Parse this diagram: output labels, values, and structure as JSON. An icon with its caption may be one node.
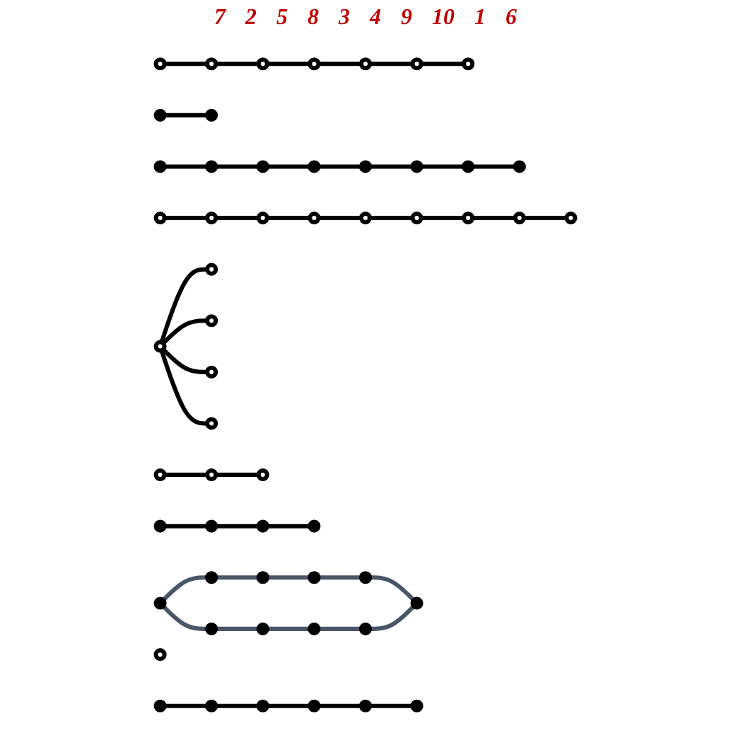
{
  "diagram": {
    "nodes": [
      {
        "text": [],
        "shape": "circle"
      },
      {
        "text": [],
        "shape": "circle"
      },
      {
        "text": [],
        "shape": "circle"
      },
      {
        "text": [],
        "shape": "circle"
      },
      {
        "text": [],
        "shape": "circle"
      },
      {
        "text": [],
        "shape": "circle"
      },
      {
        "text": [],
        "shape": "circle"
      },
      {
        "text": [],
        "shape": "circle"
      },
      {
        "text": [],
        "shape": "circle"
      },
      {
        "text": [],
        "shape": "circle"
      },
      {
        "text": [],
        "shape": "circle"
      },
      {
        "text": [],
        "shape": "circle"
      },
      {
        "text": [],
        "shape": "circle"
      },
      {
        "text": [],
        "shape": "circle"
      },
      {
        "text": [],
        "shape": "circle"
      },
      {
        "text": [],
        "shape": "circle"
      },
      {
        "text": [],
        "shape": "circle"
      },
      {
        "text": [],
        "shape": "circle"
      },
      {
        "text": [],
        "shape": "circle"
      },
      {
        "text": [],
        "shape": "circle"
      },
      {
        "text": [],
        "shape": "circle"
      },
      {
        "text": [],
        "shape": "circle"
      },
      {
        "text": [],
        "shape": "circle"
      },
      {
        "text": [],
        "shape": "circle"
      },
      {
        "text": [],
        "shape": "circle"
      },
      {
        "text": [],
        "shape": "circle"
      },
      {
        "text": [],
        "shape": "circle"
      },
      {
        "text": [],
        "shape": "circle"
      },
      {
        "text": [],
        "shape": "circle"
      },
      {
        "text": [],
        "shape": "circle"
      },
      {
        "text": [],
        "shape": "circle"
      },
      {
        "text": [],
        "shape": "circle"
      },
      {
        "text": [],
        "shape": "circle"
      },
      {
        "text": [],
        "shape": "circle"
      },
      {
        "text": [],
        "shape": "circle"
      },
      {
        "text": [],
        "shape": "circle"
      },
      {
        "text": [],
        "shape": "circle"
      },
      {
        "text": [],
        "shape": "circle"
      },
      {
        "text": [],
        "shape": "circle"
      },
      {
        "text": [],
        "shape": "circle"
      },
      {
        "text": [],
        "shape": "circle"
      },
      {
        "text": [],
        "shape": "circle"
      },
      {
        "text": [],
        "shape": "circle"
      },
      {
        "text": [],
        "shape": "circle"
      },
      {
        "text": [],
        "shape": "circle"
      },
      {
        "text": [],
        "shape": "circle"
      },
      {
        "text": [],
        "shape": "circle"
      },
      {
        "text": [],
        "shape": "circle"
      },
      {
        "text": [],
        "shape": "circle"
      },
      {
        "text": [],
        "shape": "circle"
      },
      {
        "text": [],
        "shape": "circle"
      },
      {
        "text": [],
        "shape": "circle"
      },
      {
        "text": [],
        "shape": "circle"
      },
      {
        "text": [],
        "shape": "circle"
      },
      {
        "text": [],
        "shape": "circle"
      }
    ],
    "edges": [
      {
        "from": 0,
        "to": 1,
        "arrow": "none"
      },
      {
        "from": 1,
        "to": 2,
        "arrow": "none"
      },
      {
        "from": 2,
        "to": 3,
        "arrow": "none"
      },
      {
        "from": 3,
        "to": 4,
        "arrow": "none"
      },
      {
        "from": 4,
        "to": 5,
        "arrow": "none"
      },
      {
        "from": 5,
        "to": 6,
        "arrow": "none"
      },
      {
        "from": 7,
        "to": 8,
        "arrow": "none"
      },
      {
        "from": 9,
        "to": 10,
        "arrow": "none"
      },
      {
        "from": 10,
        "to": 11,
        "arrow": "none"
      },
      {
        "from": 11,
        "to": 12,
        "arrow": "none"
      },
      {
        "from": 12,
        "to": 13,
        "arrow": "none"
      },
      {
        "from": 13,
        "to": 14,
        "arrow": "none"
      },
      {
        "from": 14,
        "to": 15,
        "arrow": "none"
      },
      {
        "from": 15,
        "to": 16,
        "arrow": "none"
      },
      {
        "from": 17,
        "to": 18,
        "arrow": "none",
        "color": "#4a5568"
      },
      {
        "from": 18,
        "to": 19,
        "arrow": "none",
        "color": "#4a5568"
      },
      {
        "from": 19,
        "to": 20,
        "arrow": "none",
        "color": "#4a5568"
      },
      {
        "from": 20,
        "to": 21,
        "arrow": "none",
        "color": "#4a5568"
      },
      {
        "from": 17,
        "to": 43,
        "arrow": "none",
        "color": "#4a5568"
      },
      {
        "from": 21,
        "to": 47,
        "arrow": "none",
        "color": "#4a5568"
      },
      {
        "from": 43,
        "to": 44,
        "arrow": "none",
        "color": "#4a5568"
      },
      {
        "from": 44,
        "to": 45,
        "arrow": "none",
        "color": "#4a5568"
      },
      {
        "from": 45,
        "to": 46,
        "arrow": "none",
        "color": "#4a5568"
      },
      {
        "from": 46,
        "to": 47,
        "arrow": "none",
        "color": "#4a5568"
      },
      {
        "from": 24,
        "to": 22,
        "arrow": "none"
      },
      {
        "from": 24,
        "to": 23,
        "arrow": "none"
      },
      {
        "from": 24,
        "to": 25,
        "arrow": "none"
      },
      {
        "from": 24,
        "to": 26,
        "arrow": "none"
      },
      {
        "from": 27,
        "to": 28,
        "arrow": "none"
      },
      {
        "from": 28,
        "to": 29,
        "arrow": "none"
      },
      {
        "from": 30,
        "to": 31,
        "arrow": "none"
      },
      {
        "from": 31,
        "to": 32,
        "arrow": "none"
      },
      {
        "from": 32,
        "to": 33,
        "arrow": "none"
      },
      {
        "from": 34,
        "to": 35,
        "arrow": "none"
      },
      {
        "from": 35,
        "to": 36,
        "arrow": "none"
      },
      {
        "from": 36,
        "to": 37,
        "arrow": "none"
      },
      {
        "from": 37,
        "to": 38,
        "arrow": "none"
      },
      {
        "from": 38,
        "to": 39,
        "arrow": "none"
      },
      {
        "from": 39,
        "to": 40,
        "arrow": "none"
      },
      {
        "from": 40,
        "to": 41,
        "arrow": "none"
      },
      {
        "from": 41,
        "to": 42,
        "arrow": "none"
      },
      {
        "from": 49,
        "to": 50,
        "arrow": "none"
      },
      {
        "from": 50,
        "to": 51,
        "arrow": "none"
      },
      {
        "from": 51,
        "to": 52,
        "arrow": "none"
      },
      {
        "from": 52,
        "to": 53,
        "arrow": "none"
      },
      {
        "from": 53,
        "to": 54,
        "arrow": "none"
      }
    ],
    "labels": [
      "7",
      "2",
      "5",
      "8",
      "3",
      "4",
      "9",
      "10",
      "1",
      "6"
    ]
  }
}
